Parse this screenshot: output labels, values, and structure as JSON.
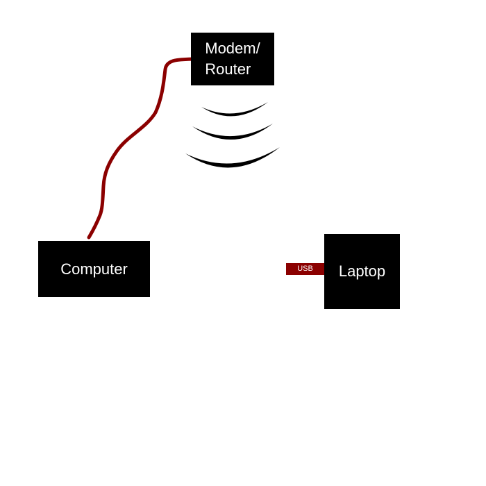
{
  "nodes": {
    "modem_router": "Modem/\nRouter",
    "computer": "Computer",
    "laptop": "Laptop"
  },
  "usb_label": "USB",
  "colors": {
    "box": "#000000",
    "box_text": "#ffffff",
    "cable": "#8b0000",
    "wifi_waves": "#000000",
    "background": "#ffffff"
  },
  "icons": {
    "wireless": "wifi-waves-icon"
  }
}
